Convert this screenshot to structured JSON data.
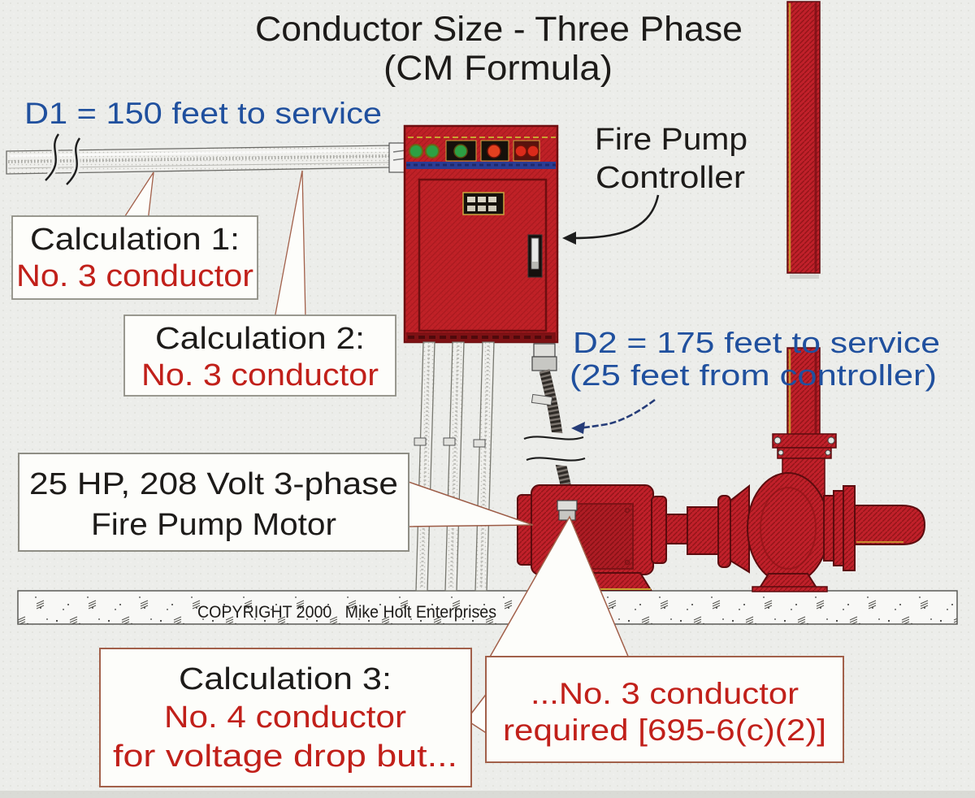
{
  "title": {
    "line1": "Conductor Size - Three Phase",
    "line2": "(CM Formula)"
  },
  "d1": {
    "text": "D1 = 150 feet to service"
  },
  "d2": {
    "line1": "D2 = 175 feet to service",
    "line2": "(25 feet from controller)"
  },
  "controller_label": {
    "line1": "Fire Pump",
    "line2": "Controller"
  },
  "motor_label": {
    "line1": "25 HP, 208 Volt 3-phase",
    "line2": "Fire Pump Motor"
  },
  "calc1": {
    "title": "Calculation 1:",
    "body": "No. 3 conductor"
  },
  "calc2": {
    "title": "Calculation 2:",
    "body": "No. 3 conductor"
  },
  "calc3": {
    "title": "Calculation 3:",
    "body1": "No. 4 conductor",
    "body2": "for voltage drop but..."
  },
  "required": {
    "line1": "...No. 3 conductor",
    "line2": "required [695-6(c)(2)]"
  },
  "copyright": {
    "text": "COPYRIGHT 2000   Mike Holt Enterprises"
  },
  "colors": {
    "bg": "#ecedea",
    "ink": "#1d1b19",
    "blue": "#20509e",
    "red": "#c1201a",
    "cabinet_red": "#c02127",
    "pump_red": "#c0202a",
    "pump_dark": "#8c1215",
    "gold": "#c9a231",
    "stripe_blue": "#2b3c94",
    "floor_white": "#f8f8f6",
    "callout_brown": "#a2604a",
    "box_gray": "#8f8e85"
  }
}
